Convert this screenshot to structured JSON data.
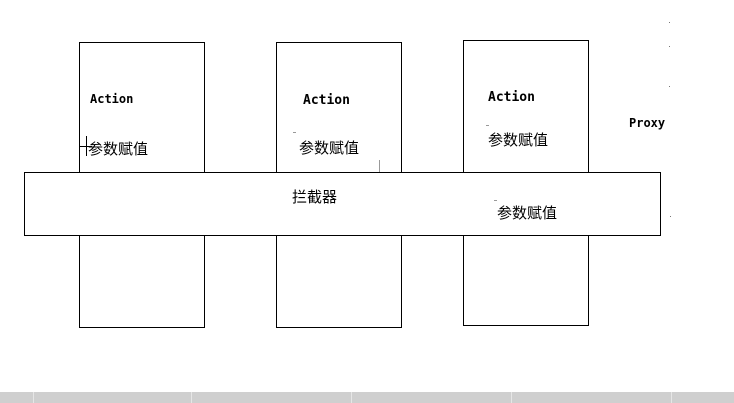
{
  "diagram": {
    "columns": [
      {
        "action_label": "Action",
        "param_label": "参数赋值"
      },
      {
        "action_label": "Action",
        "param_label": "参数赋值"
      },
      {
        "action_label": "Action",
        "param_label": "参数赋值"
      }
    ],
    "interceptor": {
      "label": "拦截器",
      "param_label": "参数赋值"
    },
    "proxy_label": "Proxy"
  }
}
